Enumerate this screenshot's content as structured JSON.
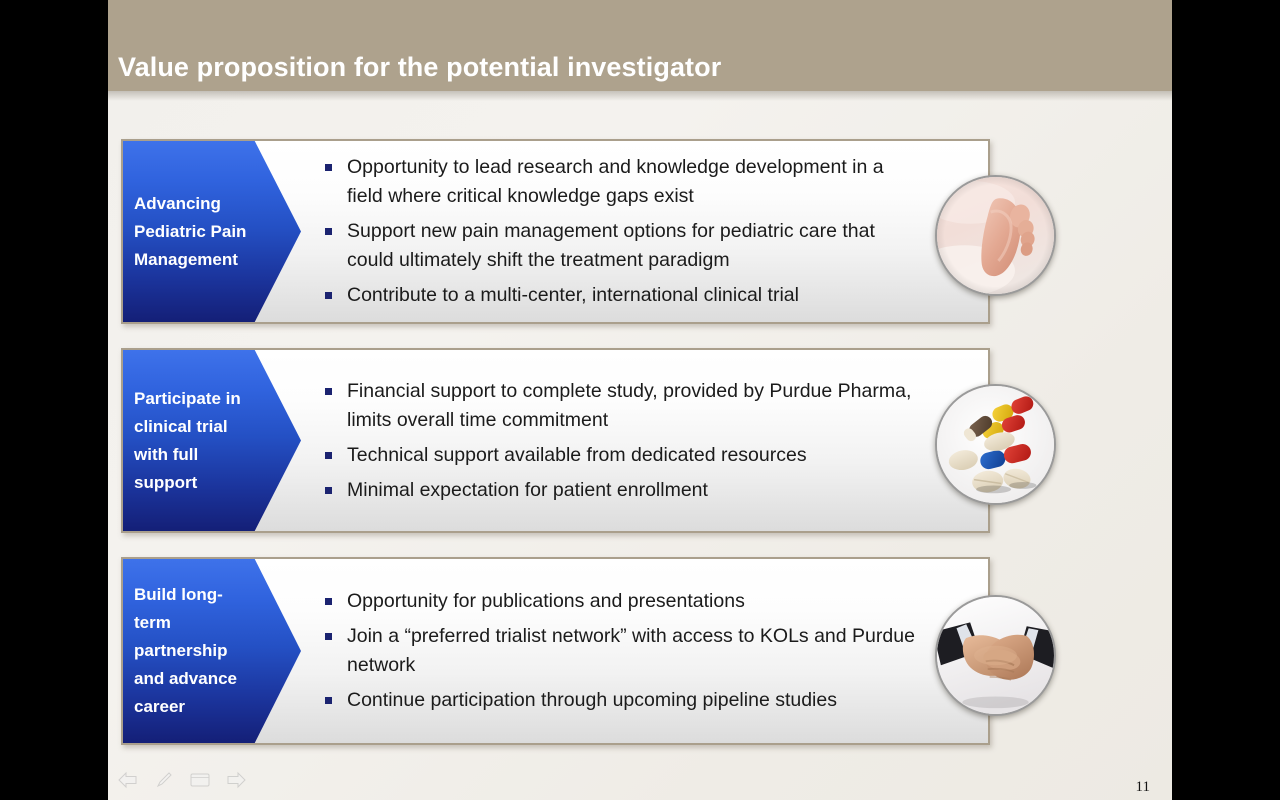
{
  "slide": {
    "title": "Value proposition for the potential investigator",
    "page_number": "11",
    "colors": {
      "title_band": "#aea28d",
      "chevron_top": "#3e72ea",
      "chevron_bottom": "#141f77",
      "box_border": "#aa9f8c",
      "bullet_marker": "#1b2370",
      "body_text": "#1b1b1b",
      "title_text": "#ffffff",
      "backdrop": "#000000"
    }
  },
  "rows": [
    {
      "heading": "Advancing\nPediatric Pain\nManagement",
      "photo_name": "baby-foot-photo",
      "bullets": [
        "Opportunity to lead research and knowledge development in a field where critical knowledge gaps exist",
        "Support new pain management options for pediatric care that could ultimately shift the treatment paradigm",
        "Contribute to a multi-center, international clinical trial"
      ]
    },
    {
      "heading": "Participate in\nclinical trial\nwith full\nsupport",
      "photo_name": "pills-photo",
      "bullets": [
        "Financial support to complete study, provided by Purdue Pharma, limits overall time commitment",
        "Technical support available from dedicated resources",
        "Minimal expectation for patient enrollment"
      ]
    },
    {
      "heading": "Build long-\nterm\npartnership\nand advance\ncareer",
      "photo_name": "handshake-photo",
      "bullets": [
        "Opportunity for publications and presentations",
        "Join a “preferred trialist network” with access to KOLs and Purdue network",
        "Continue participation through upcoming pipeline studies"
      ]
    }
  ],
  "nav": {
    "items": [
      {
        "label": "Previous slide",
        "icon": "arrow-left-icon"
      },
      {
        "label": "Pen tool",
        "icon": "pen-icon"
      },
      {
        "label": "Slide menu",
        "icon": "menu-box-icon"
      },
      {
        "label": "Next slide",
        "icon": "arrow-right-icon"
      }
    ]
  }
}
